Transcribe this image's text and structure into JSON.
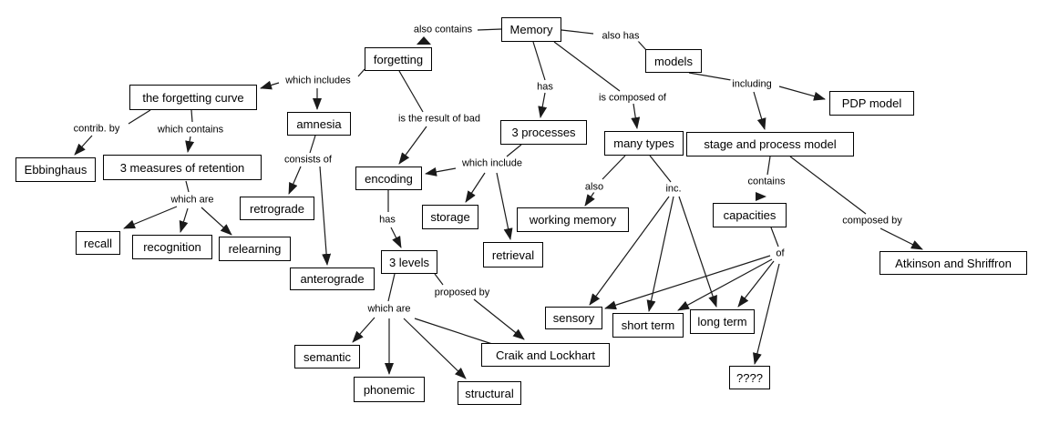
{
  "diagram": {
    "type": "concept-map",
    "root_concept": "Memory"
  },
  "colors": {
    "background": "#ffffff",
    "line": "#1a1a1a",
    "box_border": "#000000",
    "box_fill": "#ffffff",
    "text": "#000000"
  },
  "nodes": {
    "memory": "Memory",
    "forgetting": "forgetting",
    "models": "models",
    "pdp_model": "PDP model",
    "forgetting_curve": "the forgetting curve",
    "amnesia": "amnesia",
    "three_processes": "3 processes",
    "many_types": "many types",
    "stage_process_model": "stage and process model",
    "ebbinghaus": "Ebbinghaus",
    "three_measures": "3 measures of retention",
    "encoding": "encoding",
    "retrograde": "retrograde",
    "capacities": "capacities",
    "storage": "storage",
    "working_memory": "working memory",
    "recall": "recall",
    "recognition": "recognition",
    "relearning": "relearning",
    "retrieval": "retrieval",
    "three_levels": "3 levels",
    "atkinson": "Atkinson and Shriffron",
    "anterograde": "anterograde",
    "sensory": "sensory",
    "short_term": "short term",
    "long_term": "long term",
    "semantic": "semantic",
    "craik": "Craik and Lockhart",
    "unknown": "????",
    "phonemic": "phonemic",
    "structural": "structural"
  },
  "edge_labels": {
    "also_contains": "also contains",
    "also_has": "also has",
    "has_memory": "has",
    "is_composed_of": "is composed of",
    "which_includes": "which includes",
    "including": "including",
    "contrib_by": "contrib. by",
    "which_contains": "which contains",
    "is_the_result_of_bad": "is the result of bad",
    "consists_of": "consists of",
    "which_include": "which include",
    "also": "also",
    "inc": "inc.",
    "contains": "contains",
    "which_are_measures": "which are",
    "has_encoding": "has",
    "of": "of",
    "composed_by": "composed by",
    "proposed_by": "proposed by",
    "which_are_levels": "which are"
  }
}
